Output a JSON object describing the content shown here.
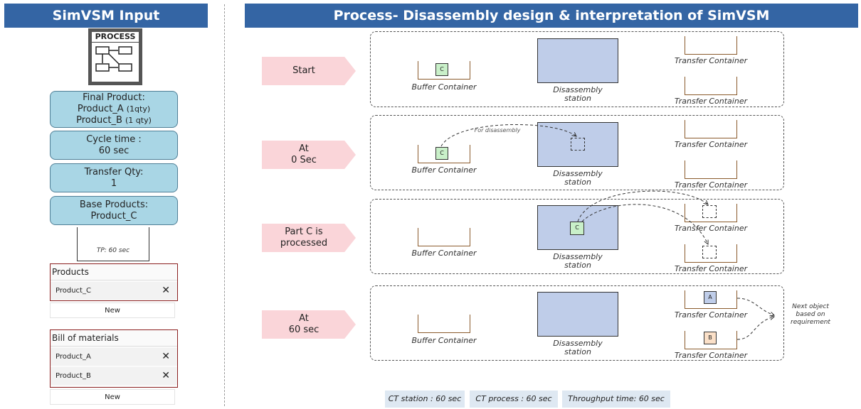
{
  "left_header": "SimVSM Input",
  "right_header": "Process- Disassembly design & interpretation of SimVSM",
  "process_icon_label": "PROCESS",
  "process_icon_name": "process-flow-icon",
  "inputs": {
    "final_product": {
      "title": "Final Product:",
      "line1": "Product_A",
      "line1_qty": "(1qty)",
      "line2": "Product_B",
      "line2_qty": "(1 qty)"
    },
    "cycle_time": {
      "title": "Cycle time  :",
      "value": "60 sec"
    },
    "transfer_qty": {
      "title": "Transfer Qty:",
      "value": "1"
    },
    "base_products": {
      "title": "Base Products:",
      "value": "Product_C"
    }
  },
  "tp_label": "TP: 60 sec",
  "products_panel": {
    "title": "Products",
    "items": [
      "Product_C"
    ],
    "new_label": "New"
  },
  "bom_panel": {
    "title": "Bill of materials",
    "items": [
      "Product_A",
      "Product_B"
    ],
    "new_label": "New"
  },
  "close_glyph": "✕",
  "stages": [
    {
      "l1": "Start",
      "l2": ""
    },
    {
      "l1": "At",
      "l2": "0 Sec"
    },
    {
      "l1": "Part C is",
      "l2": "processed"
    },
    {
      "l1": "At",
      "l2": "60 sec"
    }
  ],
  "labels": {
    "buffer": "Buffer Container",
    "transfer": "Transfer Container",
    "station_l1": "Disassembly",
    "station_l2": "station",
    "for_disassembly": "For disassembly",
    "next1": "Next object",
    "next2": "based on",
    "next3": "requirement"
  },
  "parts": {
    "c": "C",
    "a": "A",
    "b": "B"
  },
  "metrics": [
    "CT station : 60 sec",
    "CT process : 60 sec",
    "Throughput time: 60 sec"
  ],
  "colors": {
    "header": "#3465a4",
    "pill": "#a9d6e5",
    "chevron": "#fad5d9",
    "station": "#bfcde9",
    "part_c": "#c9f0c9",
    "part_a": "#bfcde9",
    "part_b": "#fbe0c8",
    "metric_bg": "#dee8f2"
  }
}
